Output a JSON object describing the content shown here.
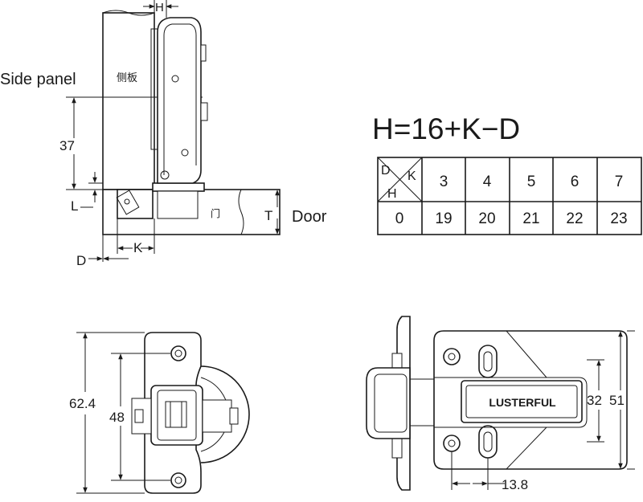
{
  "side_view": {
    "label_side_panel": "Side panel",
    "label_side_panel_cn": "侧板",
    "label_door": "Door",
    "label_door_cn": "门",
    "dim_h": "H",
    "dim_37": "37",
    "dim_l": "L",
    "dim_t": "T",
    "dim_d": "D",
    "dim_k": "K"
  },
  "formula": "H=16+K−D",
  "table": {
    "corner_d": "D",
    "corner_k": "K",
    "corner_h": "H",
    "k_values": [
      "3",
      "4",
      "5",
      "6",
      "7"
    ],
    "d_value": "0",
    "h_values": [
      "19",
      "20",
      "21",
      "22",
      "23"
    ]
  },
  "front_view": {
    "dim_outer": "62.4",
    "dim_inner": "48"
  },
  "top_view": {
    "brand": "LUSTERFUL",
    "dim_32": "32",
    "dim_51": "51",
    "dim_13_8": "13.8"
  }
}
